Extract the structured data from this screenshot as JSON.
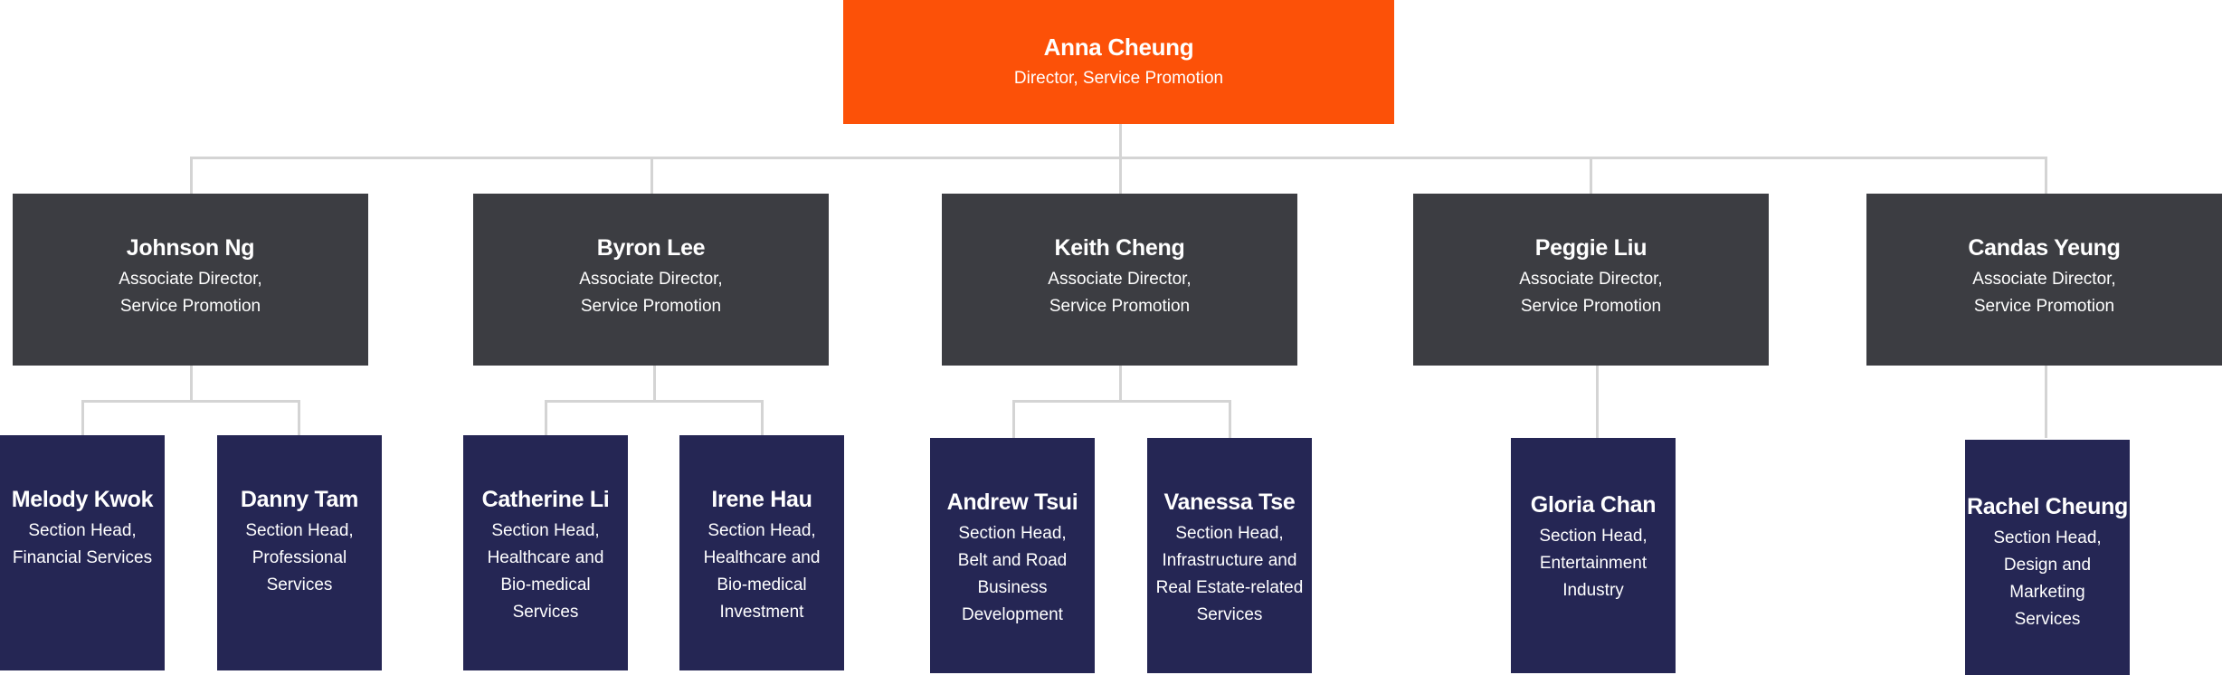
{
  "colors": {
    "director": "#fc5108",
    "associate_director": "#3c3d42",
    "section_head": "#252654",
    "connector": "#d4d4d4"
  },
  "director": {
    "name": "Anna Cheung",
    "title": "Director, Service Promotion"
  },
  "associate_directors": [
    {
      "name": "Johnson Ng",
      "title": "Associate Director,\nService Promotion"
    },
    {
      "name": "Byron Lee",
      "title": "Associate Director,\nService Promotion"
    },
    {
      "name": "Keith Cheng",
      "title": "Associate Director,\nService Promotion"
    },
    {
      "name": "Peggie Liu",
      "title": "Associate Director,\nService Promotion"
    },
    {
      "name": "Candas Yeung",
      "title": "Associate Director,\nService Promotion"
    }
  ],
  "section_heads": [
    {
      "name": "Melody Kwok",
      "title": "Section Head,\nFinancial Services",
      "reports_to": "Johnson Ng"
    },
    {
      "name": "Danny Tam",
      "title": "Section Head,\nProfessional\nServices",
      "reports_to": "Johnson Ng"
    },
    {
      "name": "Catherine Li",
      "title": "Section Head,\nHealthcare and\nBio-medical\nServices",
      "reports_to": "Byron Lee"
    },
    {
      "name": "Irene Hau",
      "title": "Section Head,\nHealthcare and\nBio-medical\nInvestment",
      "reports_to": "Byron Lee"
    },
    {
      "name": "Andrew Tsui",
      "title": "Section Head,\nBelt and Road\nBusiness\nDevelopment",
      "reports_to": "Keith Cheng"
    },
    {
      "name": "Vanessa Tse",
      "title": "Section Head,\nInfrastructure and\nReal Estate-related\nServices",
      "reports_to": "Keith Cheng"
    },
    {
      "name": "Gloria Chan",
      "title": "Section Head,\nEntertainment\nIndustry",
      "reports_to": "Peggie Liu"
    },
    {
      "name": "Rachel Cheung",
      "title": "Section Head,\nDesign and\nMarketing\nServices",
      "reports_to": "Candas Yeung"
    }
  ]
}
